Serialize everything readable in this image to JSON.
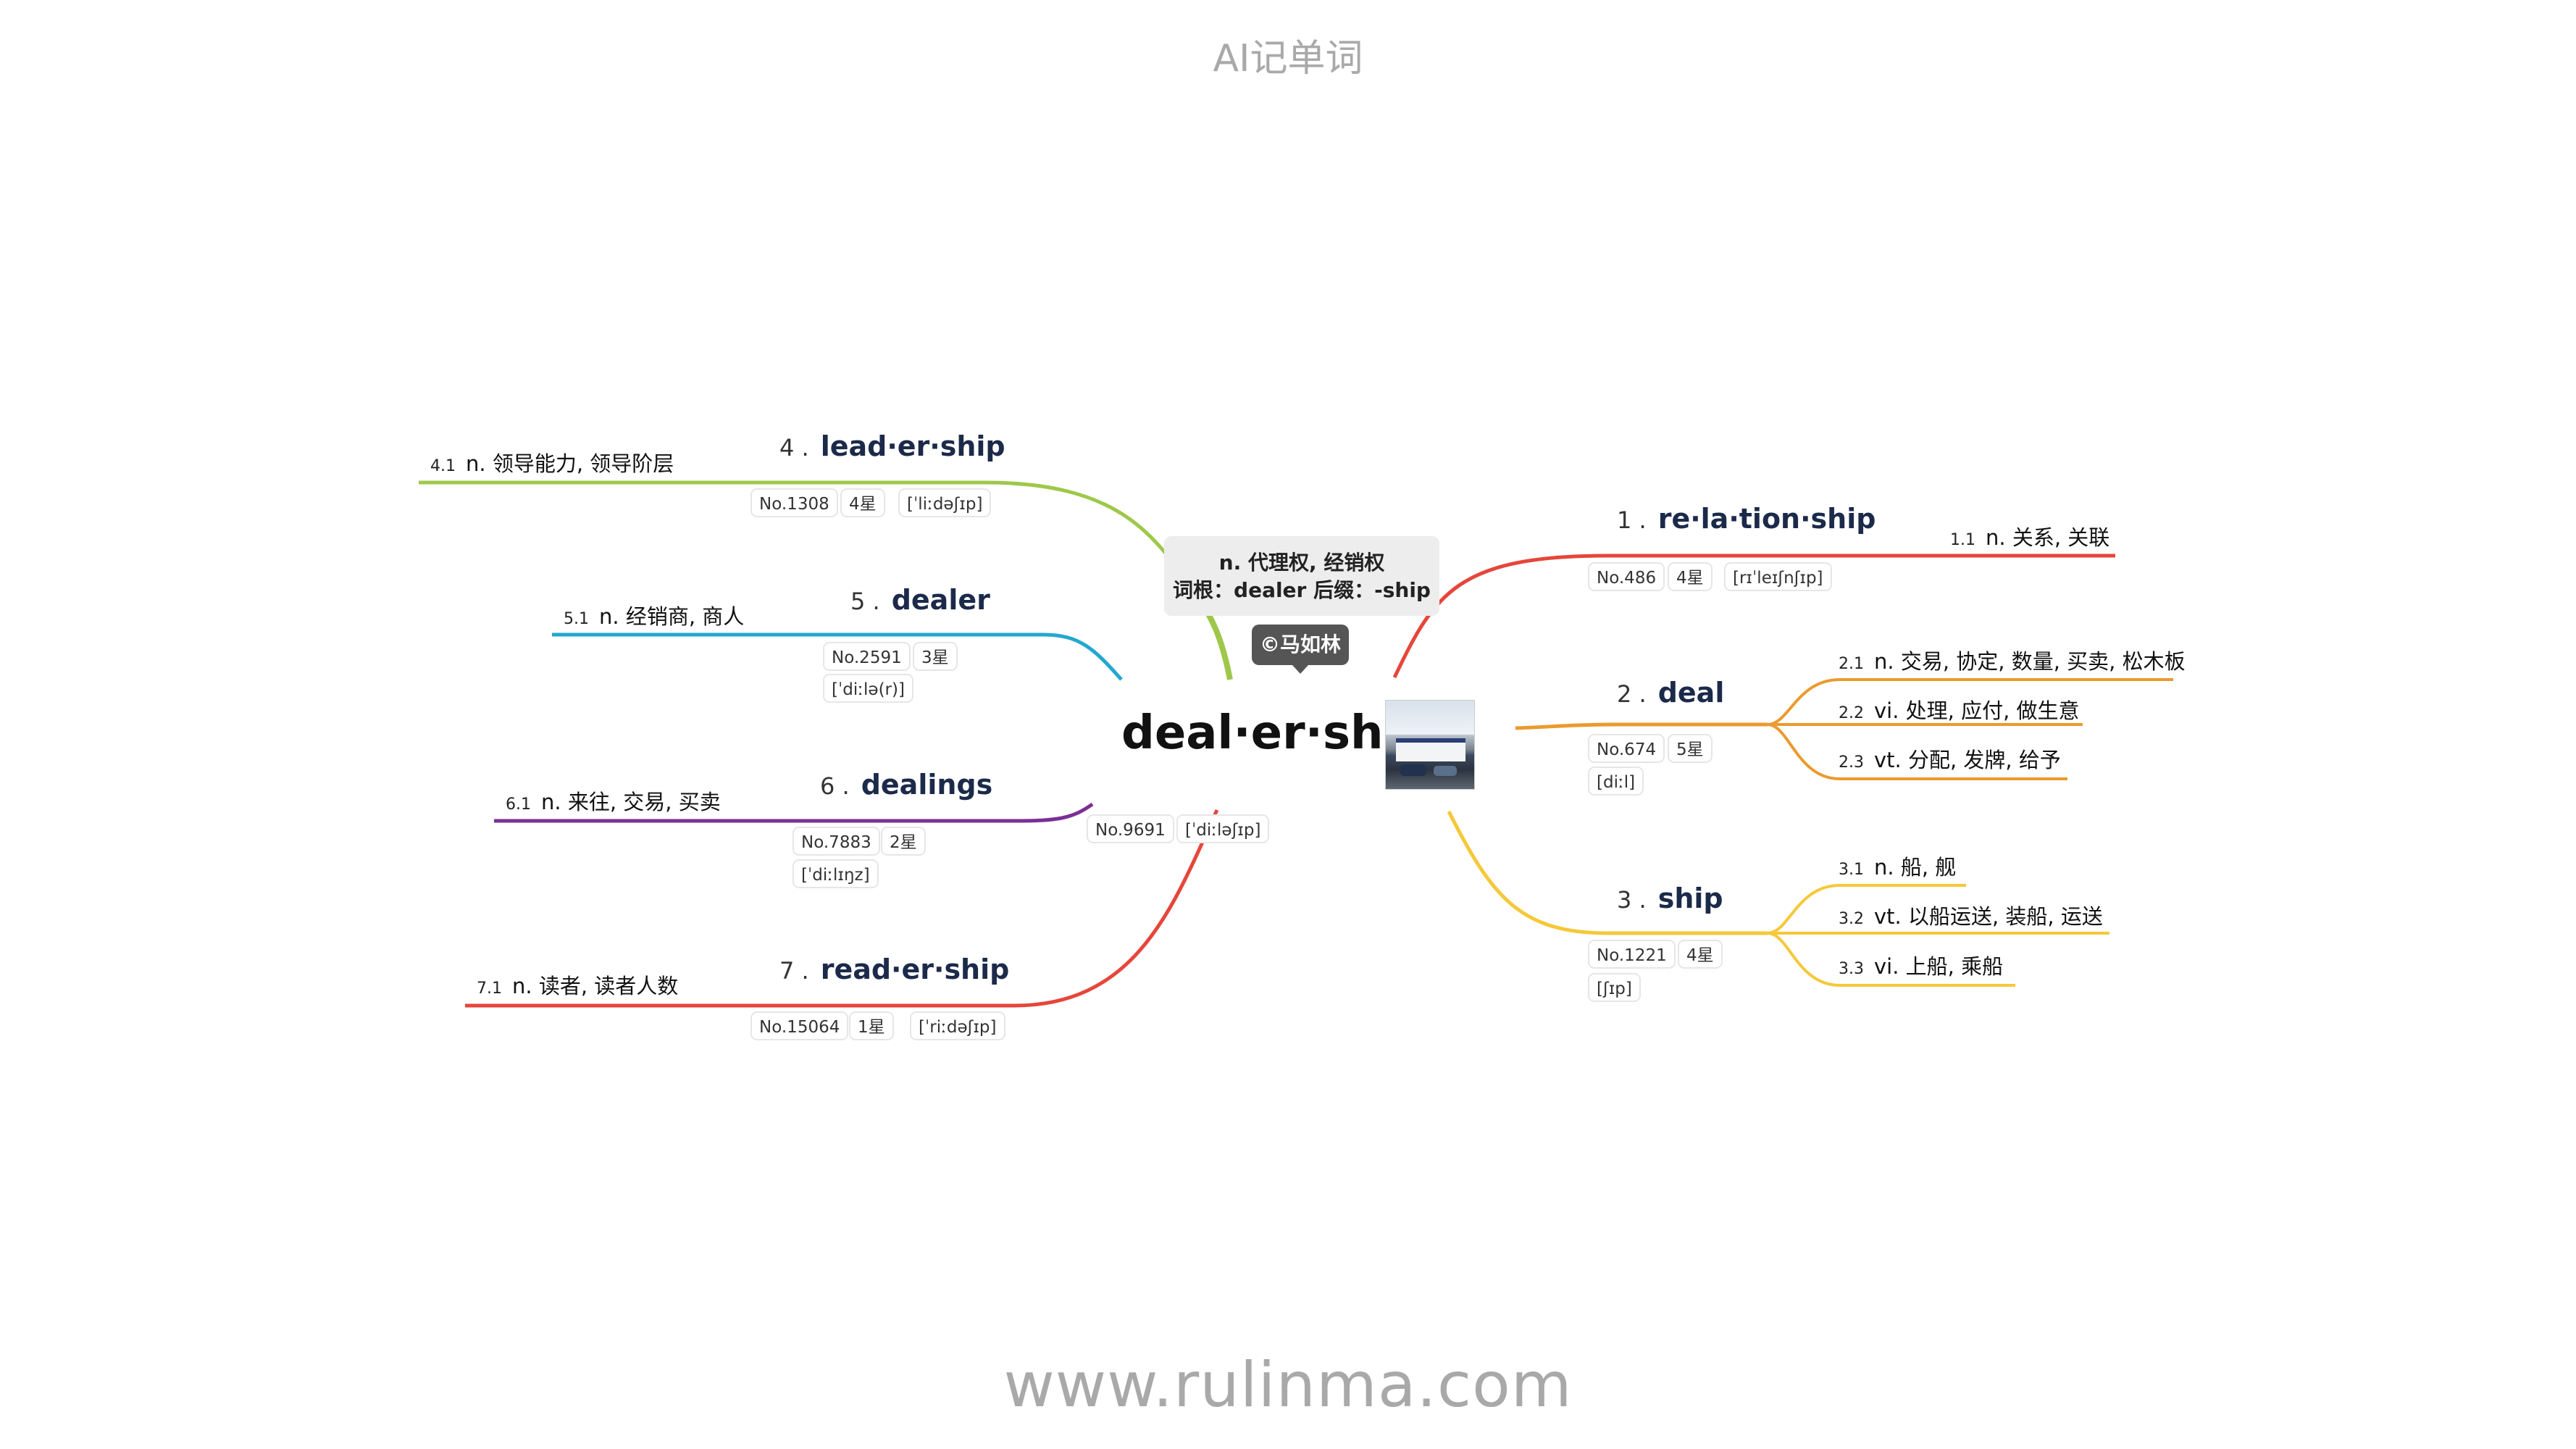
{
  "header": "AI记单词",
  "footer": "www.rulinma.com",
  "colors": {
    "relationship": "#e6463a",
    "deal": "#eb9a2e",
    "ship": "#f5c839",
    "leadership": "#9ec84a",
    "dealer": "#23a8cf",
    "dealings": "#7b2f96",
    "readership": "#e6463a",
    "center_stem": "#9ec84a"
  },
  "center": {
    "word": "deal·er·ship",
    "rank": "No.9691",
    "phonetic": "[ˈdiːləʃɪp]",
    "note_line1": "n. 代理权, 经销权",
    "note_line2": "词根：dealer 后缀：-ship",
    "copyright": "©马如林",
    "image": "car-dealership-photo"
  },
  "branches": {
    "relationship": {
      "num": "1 .",
      "word": "re·la·tion·ship",
      "rank": "No.486",
      "stars": "4星",
      "phonetic": "[rɪˈleɪʃnʃɪp]",
      "meanings": [
        {
          "num": "1.1",
          "text": "n. 关系, 关联"
        }
      ]
    },
    "deal": {
      "num": "2 .",
      "word": "deal",
      "rank": "No.674",
      "stars": "5星",
      "phonetic": "[diːl]",
      "meanings": [
        {
          "num": "2.1",
          "text": "n. 交易, 协定, 数量, 买卖, 松木板"
        },
        {
          "num": "2.2",
          "text": "vi. 处理, 应付, 做生意"
        },
        {
          "num": "2.3",
          "text": "vt. 分配, 发牌, 给予"
        }
      ]
    },
    "ship": {
      "num": "3 .",
      "word": "ship",
      "rank": "No.1221",
      "stars": "4星",
      "phonetic": "[ʃɪp]",
      "meanings": [
        {
          "num": "3.1",
          "text": "n. 船, 舰"
        },
        {
          "num": "3.2",
          "text": "vt. 以船运送, 装船, 运送"
        },
        {
          "num": "3.3",
          "text": "vi. 上船, 乘船"
        }
      ]
    },
    "leadership": {
      "num": "4 .",
      "word": "lead·er·ship",
      "rank": "No.1308",
      "stars": "4星",
      "phonetic": "[ˈliːdəʃɪp]",
      "meanings": [
        {
          "num": "4.1",
          "text": "n. 领导能力, 领导阶层"
        }
      ]
    },
    "dealer": {
      "num": "5 .",
      "word": "dealer",
      "rank": "No.2591",
      "stars": "3星",
      "phonetic": "[ˈdiːlə(r)]",
      "meanings": [
        {
          "num": "5.1",
          "text": "n. 经销商, 商人"
        }
      ]
    },
    "dealings": {
      "num": "6 .",
      "word": "dealings",
      "rank": "No.7883",
      "stars": "2星",
      "phonetic": "[ˈdiːlɪŋz]",
      "meanings": [
        {
          "num": "6.1",
          "text": "n. 来往, 交易, 买卖"
        }
      ]
    },
    "readership": {
      "num": "7 .",
      "word": "read·er·ship",
      "rank": "No.15064",
      "stars": "1星",
      "phonetic": "[ˈriːdəʃɪp]",
      "meanings": [
        {
          "num": "7.1",
          "text": "n. 读者, 读者人数"
        }
      ]
    }
  }
}
